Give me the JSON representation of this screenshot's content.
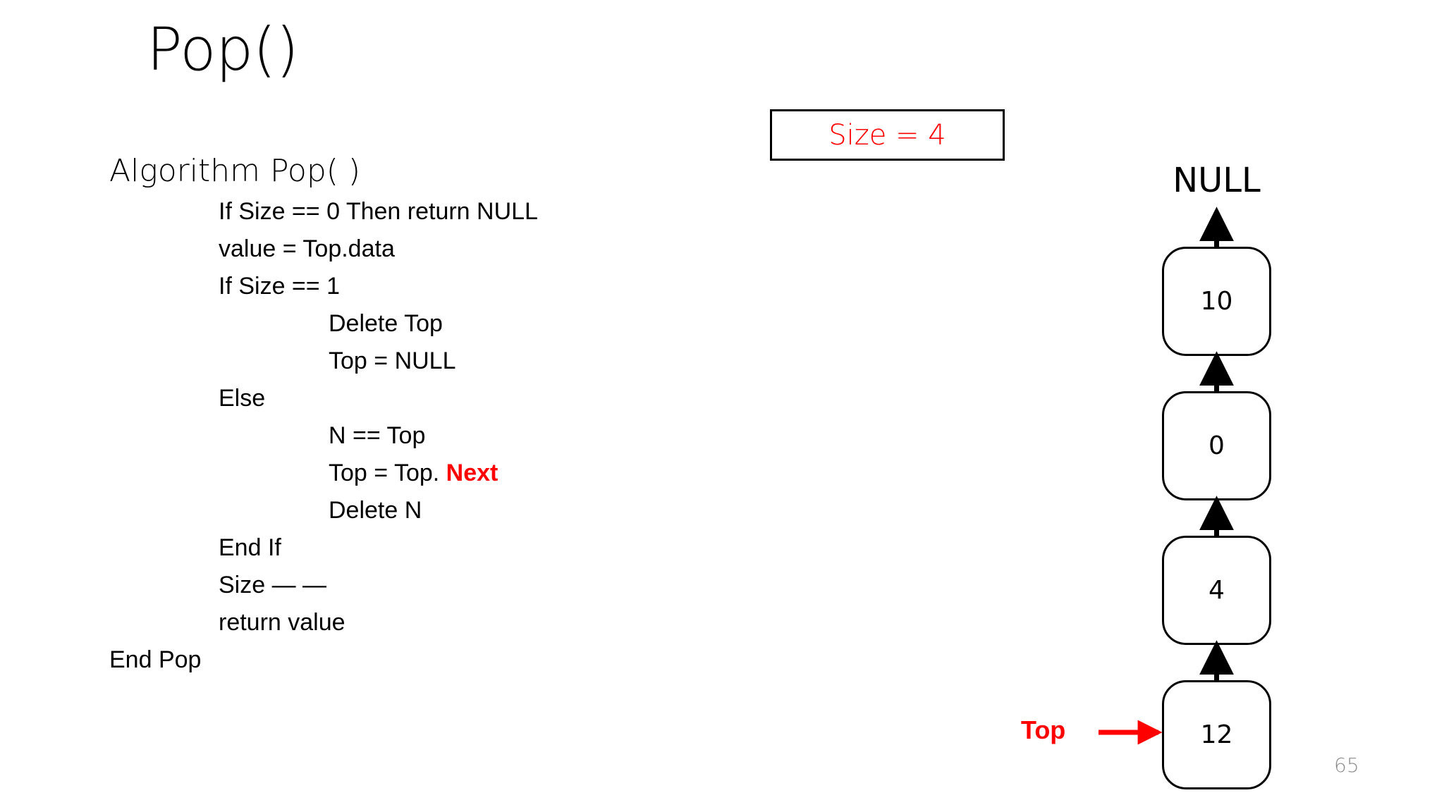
{
  "slide": {
    "title": "Pop()",
    "page_number": "65"
  },
  "algorithm": {
    "lines": [
      {
        "text": "Algorithm Pop( )",
        "indent": 0,
        "style": "heading"
      },
      {
        "text": "If Size == 0 Then return NULL",
        "indent": 1,
        "style": "body"
      },
      {
        "text": "value = Top.data",
        "indent": 1,
        "style": "body"
      },
      {
        "text": "If Size == 1",
        "indent": 1,
        "style": "body"
      },
      {
        "text": "Delete Top",
        "indent": 2,
        "style": "body"
      },
      {
        "text": "Top = NULL",
        "indent": 2,
        "style": "body"
      },
      {
        "text": "Else",
        "indent": 1,
        "style": "body"
      },
      {
        "text": "N == Top",
        "indent": 2,
        "style": "body"
      },
      {
        "text": "Top = Top. ",
        "indent": 2,
        "style": "body",
        "highlight": "Next"
      },
      {
        "text": "Delete N",
        "indent": 2,
        "style": "body"
      },
      {
        "text": "End If",
        "indent": 1,
        "style": "body"
      },
      {
        "text": "Size — —",
        "indent": 1,
        "style": "body"
      },
      {
        "text": "return value",
        "indent": 1,
        "style": "body"
      },
      {
        "text": "End Pop",
        "indent": 0,
        "style": "body"
      }
    ]
  },
  "size_box": {
    "label": "Size = 4",
    "text_color": "#ff0000",
    "border_color": "#000000"
  },
  "stack_diagram": {
    "null_label": "NULL",
    "top_pointer_label": "Top",
    "top_pointer_color": "#ff0000",
    "node_border_color": "#000000",
    "nodes": [
      {
        "value": "10"
      },
      {
        "value": "0"
      },
      {
        "value": "4"
      },
      {
        "value": "12"
      }
    ]
  }
}
